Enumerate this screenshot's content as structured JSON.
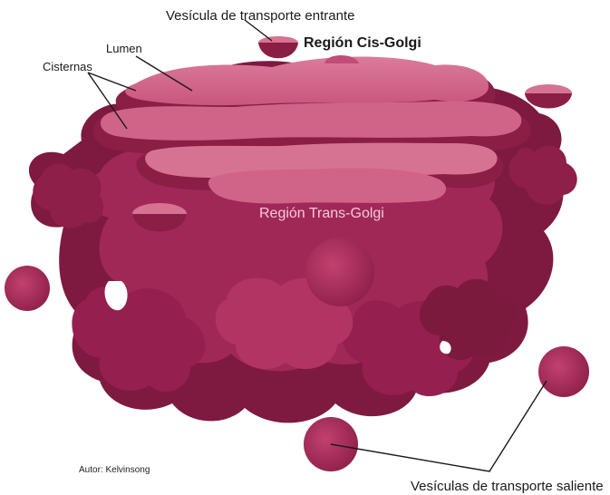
{
  "labels": {
    "incoming_vesicle": "Vesícula de transporte entrante",
    "cis_golgi": "Región Cis-Golgi",
    "lumen": "Lumen",
    "cisternae": "Cisternas",
    "trans_golgi": "Región Trans-Golgi",
    "outgoing_vesicles": "Vesículas de transporte saliente"
  },
  "credit": "Autor: Kelvinsong",
  "colors": {
    "cisterna_dark": "#8a1e45",
    "cisterna_mid": "#a92b5a",
    "cisterna_light": "#d46a8c",
    "trans_text": "#f6c9d6"
  }
}
